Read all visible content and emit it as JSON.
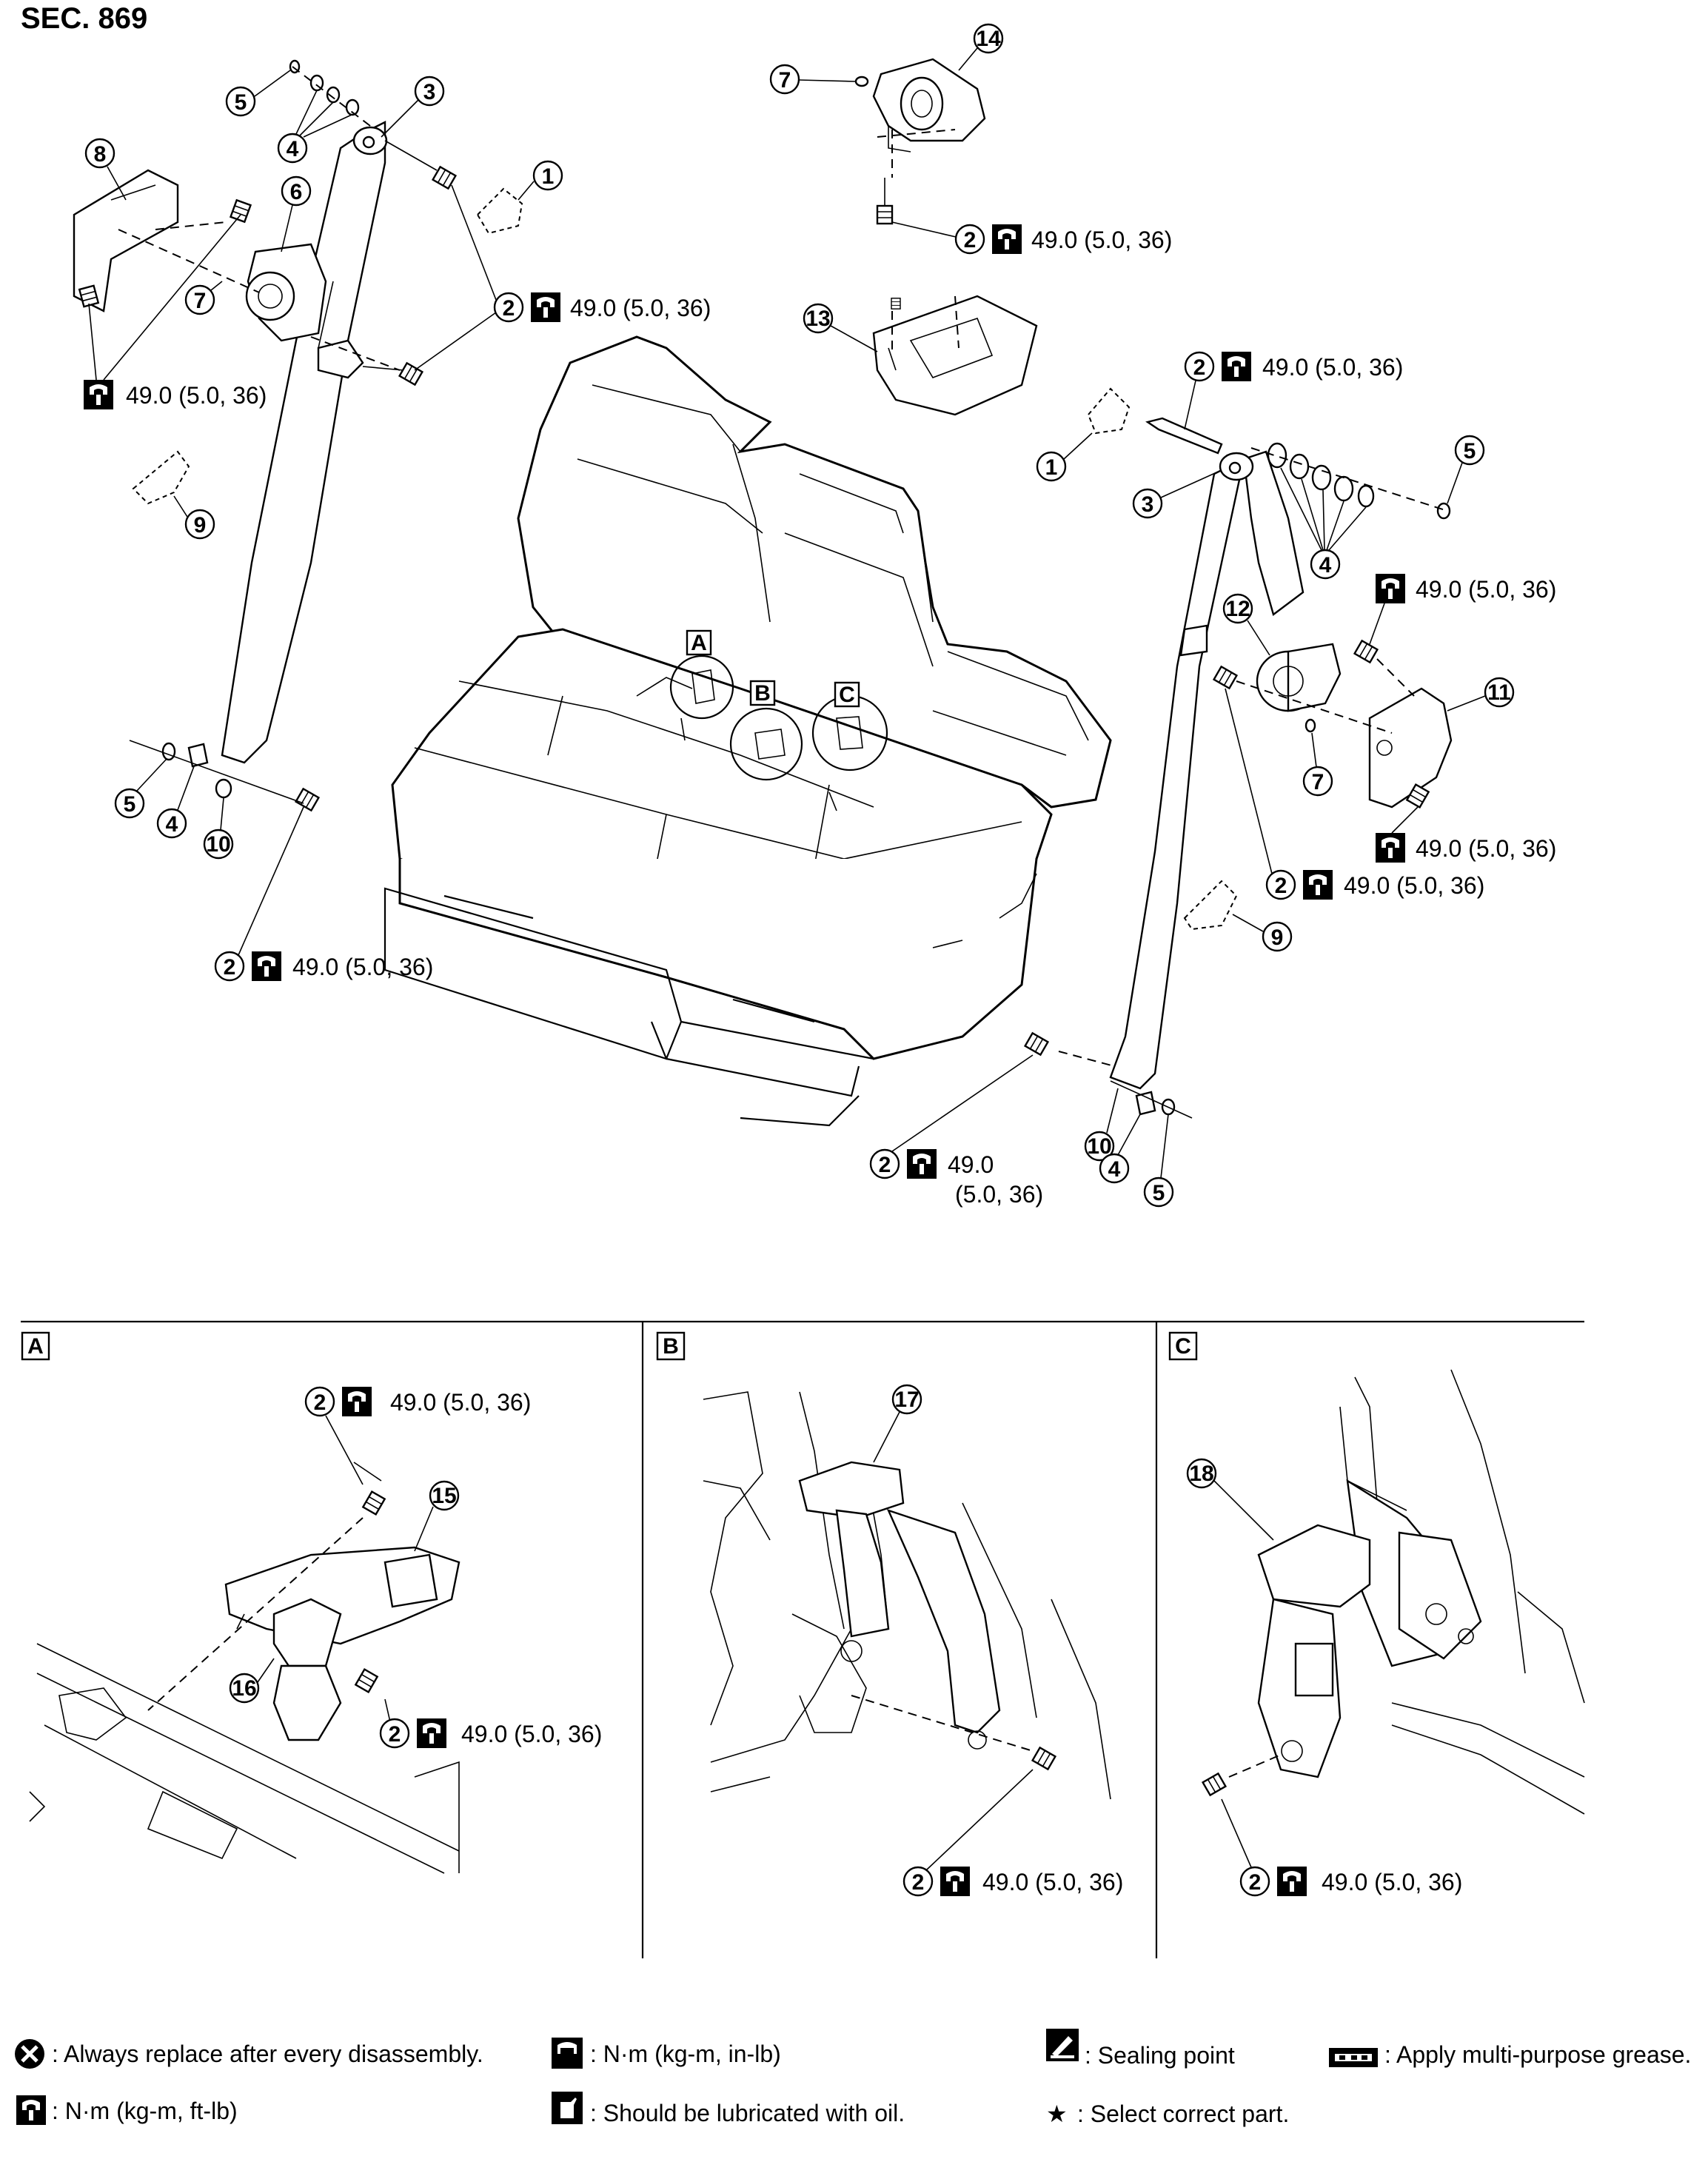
{
  "section": "SEC. 869",
  "torque_value": "49.0 (5.0, 36)",
  "torque_value_line1": "49.0",
  "torque_value_line2": "(5.0, 36)",
  "callouts": [
    "1",
    "2",
    "3",
    "4",
    "5",
    "6",
    "7",
    "8",
    "9",
    "10",
    "11",
    "12",
    "13",
    "14",
    "15",
    "16",
    "17",
    "18"
  ],
  "detail_boxes": [
    "A",
    "B",
    "C"
  ],
  "legend": {
    "always_replace": ": Always replace after every disassembly.",
    "nm_kgm_ftlb": ": N·m (kg-m, ft-lb)",
    "nm_kgm_inlb": ": N·m (kg-m, in-lb)",
    "lubricate_oil": ": Should be lubricated with oil.",
    "sealing_point": ": Sealing point",
    "select_part": ": Select correct part.",
    "grease": ": Apply multi-purpose grease."
  },
  "icons": [
    "wrench-torque-icon",
    "replace-x-icon",
    "oil-can-icon",
    "sealing-icon",
    "grease-icon",
    "star-icon"
  ]
}
